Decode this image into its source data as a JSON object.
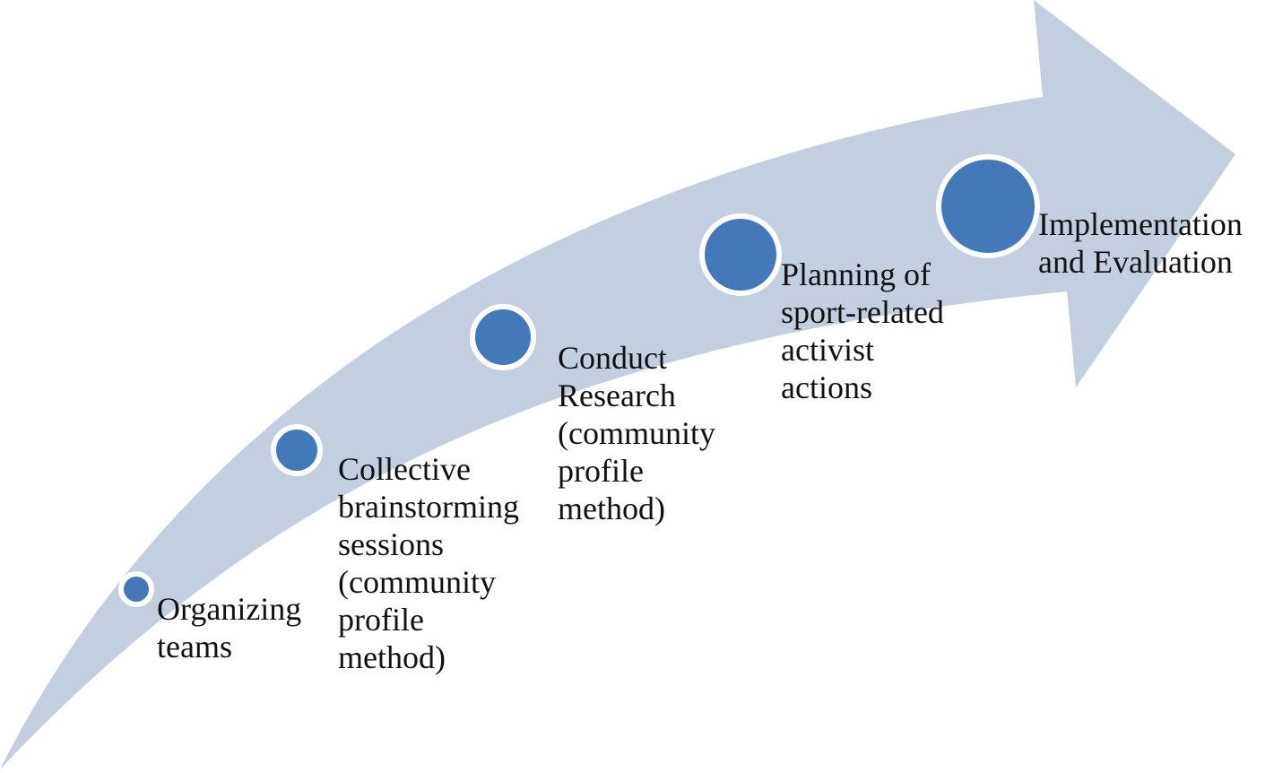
{
  "colors": {
    "arrow_fill": "#c3cfdf",
    "node_fill": "#4479b9",
    "node_ring": "#ffffff",
    "text": "#111111"
  },
  "steps": [
    {
      "label": "Organizing\nteams"
    },
    {
      "label": "Collective\nbrainstorming\nsessions\n(community\nprofile\nmethod)"
    },
    {
      "label": "Conduct\nResearch\n(community\nprofile\nmethod)"
    },
    {
      "label": "Planning of\nsport-related\nactivist\nactions"
    },
    {
      "label": "Implementation\nand Evaluation"
    }
  ]
}
